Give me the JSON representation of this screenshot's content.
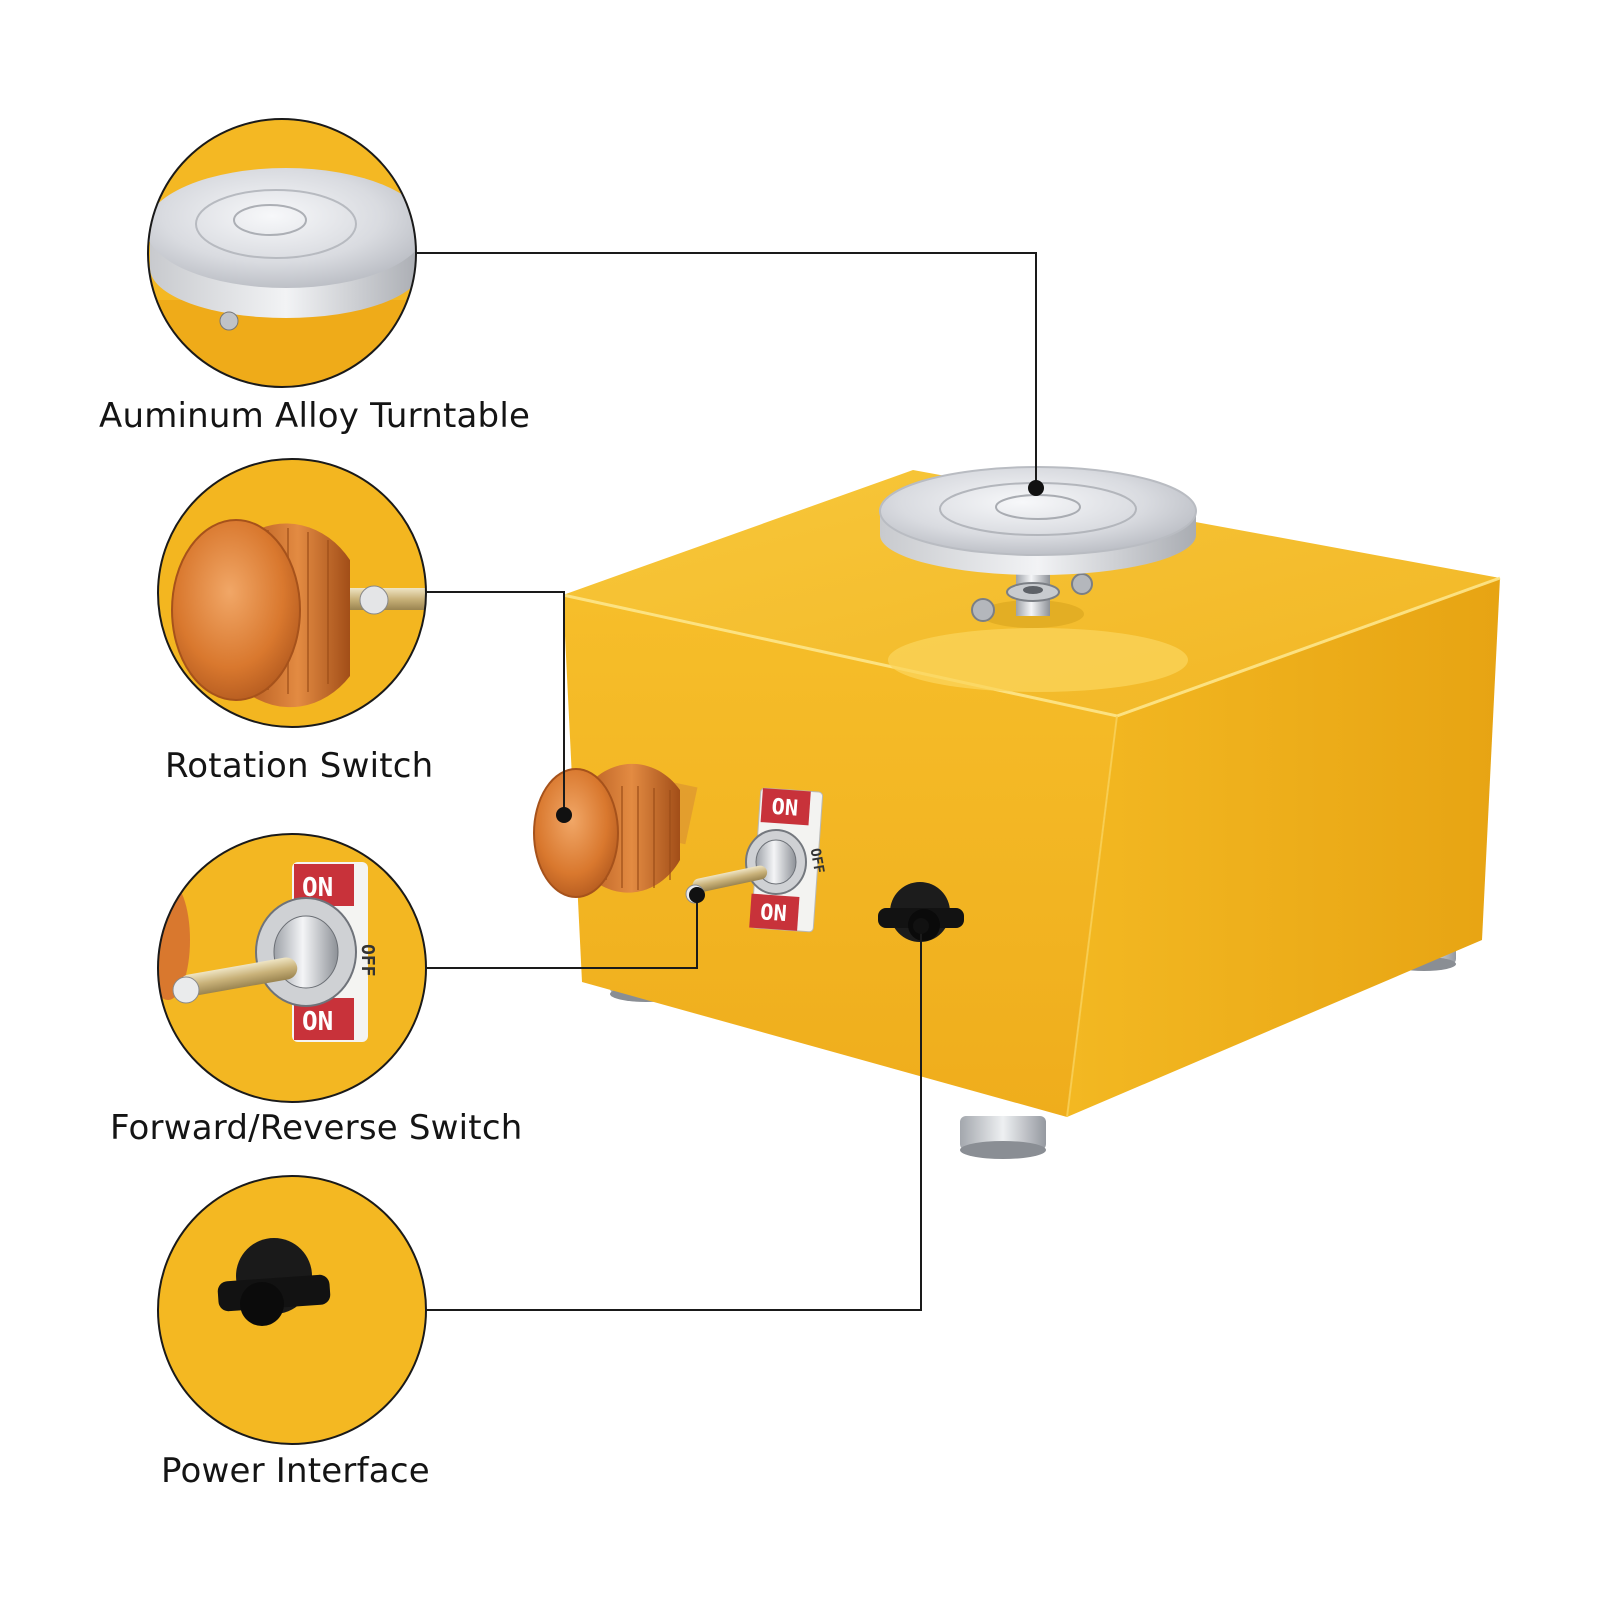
{
  "callouts": [
    {
      "id": "turntable",
      "label": "Auminum Alloy Turntable"
    },
    {
      "id": "rotation",
      "label": "Rotation Switch"
    },
    {
      "id": "fwdrev",
      "label": "Forward/Reverse Switch"
    },
    {
      "id": "power",
      "label": "Power Interface"
    }
  ],
  "switch_plate": {
    "top": "ON",
    "middle": "OFF",
    "bottom": "ON"
  },
  "colors": {
    "body_yellow": "#F2B320",
    "body_side": "#E9A512",
    "aluminum": "#E6E7EA",
    "copper_knob": "#D9782E",
    "switch_red": "#C8323A",
    "connector_black": "#141414",
    "leader_line": "#1A1A1A"
  },
  "icons": [
    "turntable-icon",
    "rotation-knob-icon",
    "toggle-switch-icon",
    "power-port-icon"
  ]
}
